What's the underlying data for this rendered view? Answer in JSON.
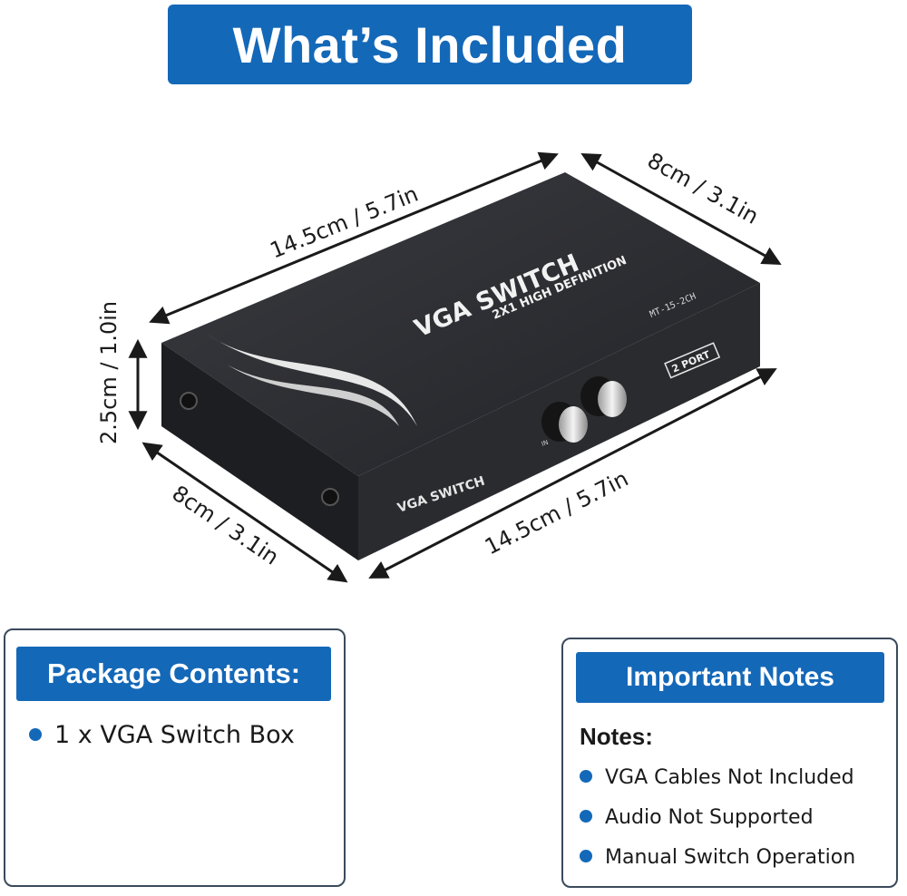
{
  "title": "What’s Included",
  "colors": {
    "accent": "#1468b8",
    "bullet": "#1468b8",
    "device": "#2b2c30",
    "border": "#3a4a5c"
  },
  "device": {
    "top_label": "VGA SWITCH",
    "top_sublabel": "2X1 HIGH DEFINITION",
    "model": "MT-15-2CH",
    "port_badge": "2 PORT",
    "front_label": "VGA SWITCH",
    "button_label": "IN"
  },
  "dimensions": {
    "top_length": "14.5cm / 5.7in",
    "top_width": "8cm / 3.1in",
    "height": "2.5cm / 1.0in",
    "bottom_width": "8cm / 3.1in",
    "bottom_length": "14.5cm / 5.7in"
  },
  "package": {
    "header": "Package Contents:",
    "items": [
      "1 x VGA Switch Box"
    ]
  },
  "notes": {
    "header": "Important Notes",
    "subheader": "Notes:",
    "items": [
      "VGA Cables Not Included",
      "Audio Not Supported",
      "Manual Switch Operation"
    ]
  }
}
